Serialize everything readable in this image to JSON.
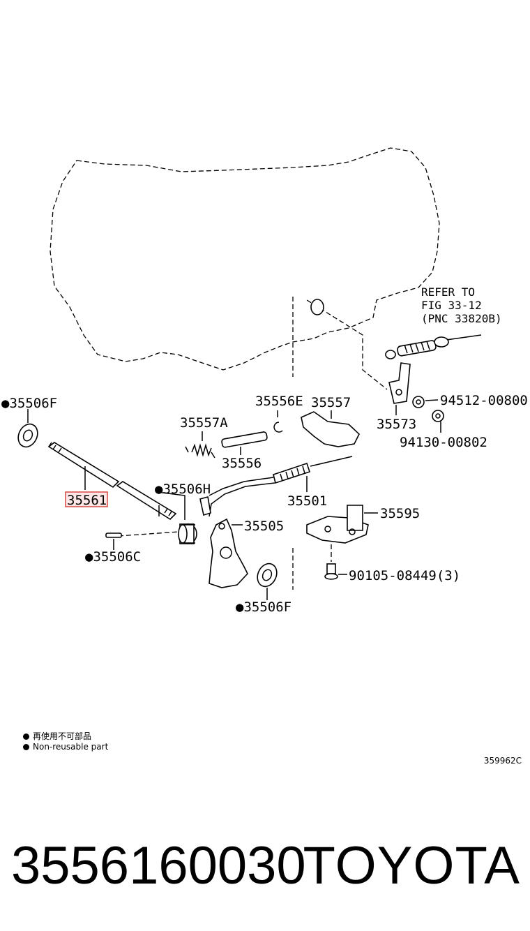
{
  "diagram": {
    "refer_note": [
      "REFER TO",
      "FIG 33-12",
      "(PNC 33820B)"
    ],
    "labels": {
      "p35506F_top": "●35506F",
      "p35556E": "35556E",
      "p35557": "35557",
      "p35557A": "35557A",
      "p35556": "35556",
      "p35573": "35573",
      "p94512": "94512-00800",
      "p94130": "94130-00802",
      "p35561": "35561",
      "p35506H": "●35506H",
      "p35501": "35501",
      "p35595": "35595",
      "p35505": "35505",
      "p35506C": "●35506C",
      "p90105": "90105-08449(3)",
      "p35506F_bottom": "●35506F"
    },
    "highlight_color": "#d9534f"
  },
  "legend": {
    "line1": "再使用不可部品",
    "line2": "Non-reusable part"
  },
  "illustration_no": "359962C",
  "footer": {
    "part_number": "3556160030",
    "brand": "TOYOTA"
  }
}
